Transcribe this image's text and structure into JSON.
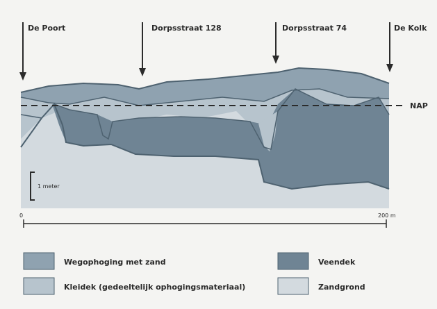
{
  "locations": [
    {
      "name": "De Poort"
    },
    {
      "name": "Dorpsstraat 128"
    },
    {
      "name": "Dorpsstraat 74"
    },
    {
      "name": "De Kolk"
    }
  ],
  "reference_line_label": "NAP",
  "vertical_scale_label": "1 meter",
  "horizontal_scale": {
    "start": "0",
    "end": "200 m"
  },
  "legend": [
    {
      "label": "Wegophoging met zand",
      "color": "#8fa2b0"
    },
    {
      "label": "Kleidek (gedeeltelijk ophogingsmateriaal)",
      "color": "#b7c4cd"
    },
    {
      "label": "Veendek",
      "color": "#6f8494"
    },
    {
      "label": "Zandgrond",
      "color": "#d3dadf"
    }
  ],
  "colors": {
    "road_sand": "#8fa2b0",
    "clay": "#b7c4cd",
    "peat": "#6f8494",
    "sand_ground": "#d3dadf",
    "outline": "#4e6270"
  }
}
